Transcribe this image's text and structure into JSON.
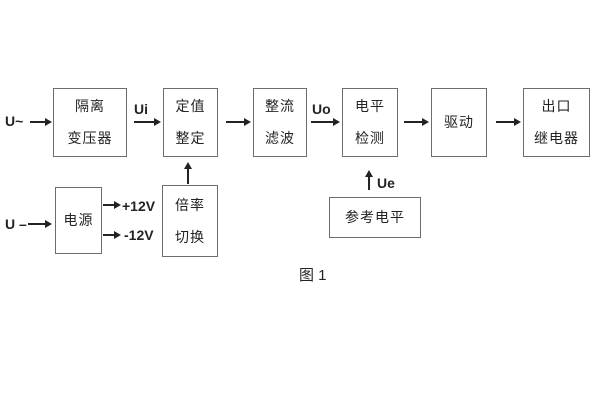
{
  "diagram": {
    "caption": "图 1",
    "blocks": {
      "isolation_transformer": {
        "line1": "隔离",
        "line2": "变压器"
      },
      "setpoint_adjust": {
        "line1": "定值",
        "line2": "整定"
      },
      "rectifier_filter": {
        "line1": "整流",
        "line2": "滤波"
      },
      "level_detection": {
        "line1": "电平",
        "line2": "检测"
      },
      "drive": {
        "line1": "驱动"
      },
      "output_relay": {
        "line1": "出口",
        "line2": "继电器"
      },
      "power_supply": {
        "line1": "电源"
      },
      "ratio_switch": {
        "line1": "倍率",
        "line2": "切换"
      },
      "reference_level": {
        "line1": "参考电平"
      }
    },
    "signals": {
      "input_ac": "U~",
      "input_dc": "U –",
      "ui": "Ui",
      "uo": "Uo",
      "ue": "Ue",
      "plus_12v": "+12V",
      "minus_12v": "-12V"
    },
    "colors": {
      "background": "#ffffff",
      "box_border": "#6d6d6d",
      "text": "#232323",
      "arrow": "#232323"
    }
  }
}
